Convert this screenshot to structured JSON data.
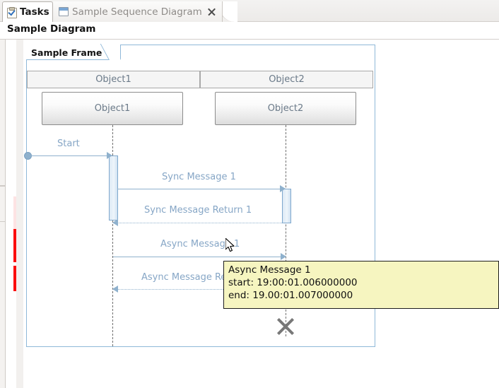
{
  "window": {
    "tabs": [
      {
        "label": "Tasks",
        "icon": "tasks-clipboard-icon",
        "active": true,
        "closable": false
      },
      {
        "label": "Sample Sequence Diagram",
        "icon": "editor-window-icon",
        "active": false,
        "closable": true
      }
    ],
    "diagram_title": "Sample Diagram"
  },
  "diagram": {
    "frame_label": "Sample Frame",
    "columns": [
      {
        "label": "Object1"
      },
      {
        "label": "Object2"
      }
    ],
    "lifelines": [
      {
        "label": "Object1"
      },
      {
        "label": "Object2"
      }
    ],
    "messages": [
      {
        "label": "Start",
        "kind": "found",
        "style": "solid",
        "direction": "right"
      },
      {
        "label": "Sync Message 1",
        "kind": "sync",
        "style": "solid",
        "direction": "right"
      },
      {
        "label": "Sync Message Return 1",
        "kind": "return",
        "style": "dotted",
        "direction": "left"
      },
      {
        "label": "Async Message 1",
        "kind": "async",
        "style": "solid",
        "direction": "right"
      },
      {
        "label": "Async Message Return 1",
        "kind": "return",
        "style": "dotted",
        "direction": "left"
      }
    ],
    "stop_marker": "stop-x-icon"
  },
  "tooltip": {
    "title": "Async Message 1",
    "start": "start: 19:00:01.006000000",
    "end": "end: 19.00:01.007000000"
  },
  "colors": {
    "message_line": "#8fb1cd",
    "message_text": "#86a6c6",
    "frame_border": "#8fb8d8",
    "activation_fill": "#dce9f5",
    "tooltip_background": "#f6f5c0",
    "marker_red": "#fb0d0d",
    "marker_pink": "#fde3e3",
    "lifeline_text": "#6b7a89"
  }
}
